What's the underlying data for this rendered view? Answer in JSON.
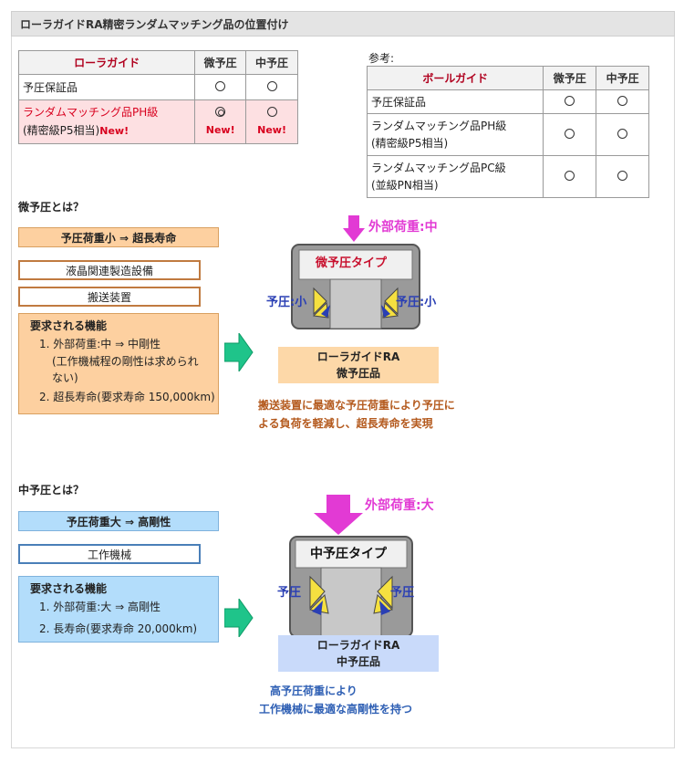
{
  "header": {
    "title": "ローラガイドRA精密ランダムマッチング品の位置付け"
  },
  "roller_table": {
    "headers": [
      "ローラガイド",
      "微予圧",
      "中予圧"
    ],
    "row1_label": "予圧保証品",
    "row2_label_a": "ランダムマッチング品",
    "row2_label_red": "PH級",
    "row2_label_b": "(精密級P5相当)",
    "new_badge": "New!"
  },
  "ball_table": {
    "ref_label": "参考:",
    "headers": [
      "ボールガイド",
      "微予圧",
      "中予圧"
    ],
    "rows": [
      [
        "予圧保証品"
      ],
      [
        "ランダムマッチング品PH級",
        "(精密級P5相当)"
      ],
      [
        "ランダムマッチング品PC級",
        "(並級PN相当)"
      ]
    ]
  },
  "light": {
    "title": "微予圧とは？",
    "tag": "予圧荷重小 ⇒ 超長寿命",
    "uses": [
      "液晶関連製造設備",
      "搬送装置"
    ],
    "req_title": "要求される機能",
    "req1": "1. 外部荷重:中 ⇒ 中剛性",
    "req1_sub": "(工作機械程の剛性は求められない)",
    "req2": "2. 超長寿命(要求寿命 150,000km)",
    "load_label": "外部荷重:中",
    "type_label": "微予圧タイプ",
    "preload_left": "予圧:小",
    "preload_right": "予圧:小",
    "cap1": "ローラガイドRA",
    "cap2": "微予圧品",
    "note": "搬送装置に最適な予圧荷重により予圧による負荷を軽減し、超長寿命を実現"
  },
  "medium": {
    "title": "中予圧とは？",
    "tag": "予圧荷重大 ⇒ 高剛性",
    "use": "工作機械",
    "req_title": "要求される機能",
    "req1": "1. 外部荷重:大 ⇒ 高剛性",
    "req2": "2. 長寿命(要求寿命 20,000km)",
    "load_label": "外部荷重:大",
    "type_label": "中予圧タイプ",
    "preload_left": "予圧",
    "preload_right": "予圧",
    "cap1": "ローラガイドRA",
    "cap2": "中予圧品",
    "note1": "高予圧荷重により",
    "note2": "工作機械に最適な高剛性を持つ"
  },
  "colors": {
    "brand_red": "#b0001e",
    "pink_arrow": "#e23ad4",
    "green_arrow": "#1fc48a",
    "preload_blue": "#2a3fb4"
  }
}
